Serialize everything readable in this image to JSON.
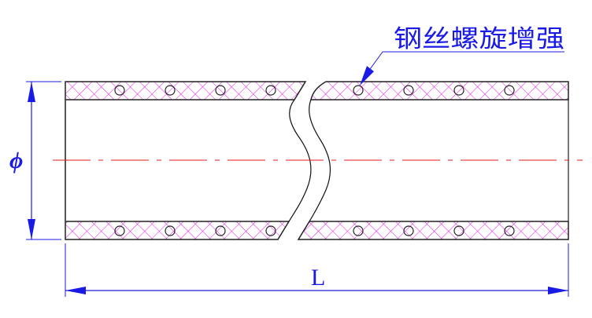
{
  "annotation": {
    "label": "钢丝螺旋增强"
  },
  "dimensions": {
    "diameter_symbol": "ϕ",
    "length_symbol": "L"
  },
  "colors": {
    "dimension": "#1a1ae6",
    "hatch": "#e619e6",
    "centerline": "#e61919",
    "outline": "#222222"
  }
}
